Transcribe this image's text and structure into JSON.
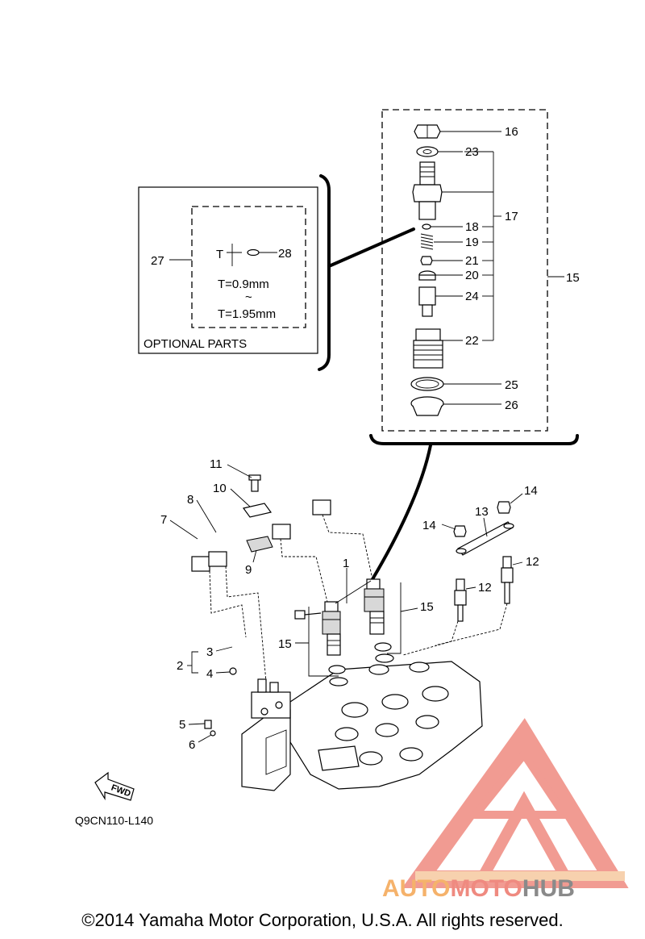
{
  "diagram": {
    "optional_parts_label": "OPTIONAL PARTS",
    "thickness_symbol": "T",
    "thickness_min": "T=0.9mm",
    "thickness_tilde": "~",
    "thickness_max": "T=1.95mm",
    "drawing_code": "Q9CN110-L140",
    "fwd_label": "FWD",
    "callouts": {
      "c1": "1",
      "c2": "2",
      "c3": "3",
      "c4": "4",
      "c5": "5",
      "c6": "6",
      "c7": "7",
      "c8": "8",
      "c9": "9",
      "c10": "10",
      "c11": "11",
      "c12a": "12",
      "c12b": "12",
      "c13": "13",
      "c14a": "14",
      "c14b": "14",
      "c15a": "15",
      "c15b": "15",
      "c15c": "15",
      "c16": "16",
      "c17": "17",
      "c18": "18",
      "c19": "19",
      "c20": "20",
      "c21": "21",
      "c22": "22",
      "c23": "23",
      "c24": "24",
      "c25": "25",
      "c26": "26",
      "c27": "27",
      "c28": "28"
    }
  },
  "watermark": {
    "text_part1": "AUTO",
    "text_part2": "MOTO",
    "text_part3": "HUB",
    "color_orange": "#f5b26b",
    "color_red": "#ef8a80",
    "color_gray": "#8a8a8a"
  },
  "footer": {
    "copyright": "©2014 Yamaha Motor Corporation, U.S.A. All rights reserved."
  }
}
